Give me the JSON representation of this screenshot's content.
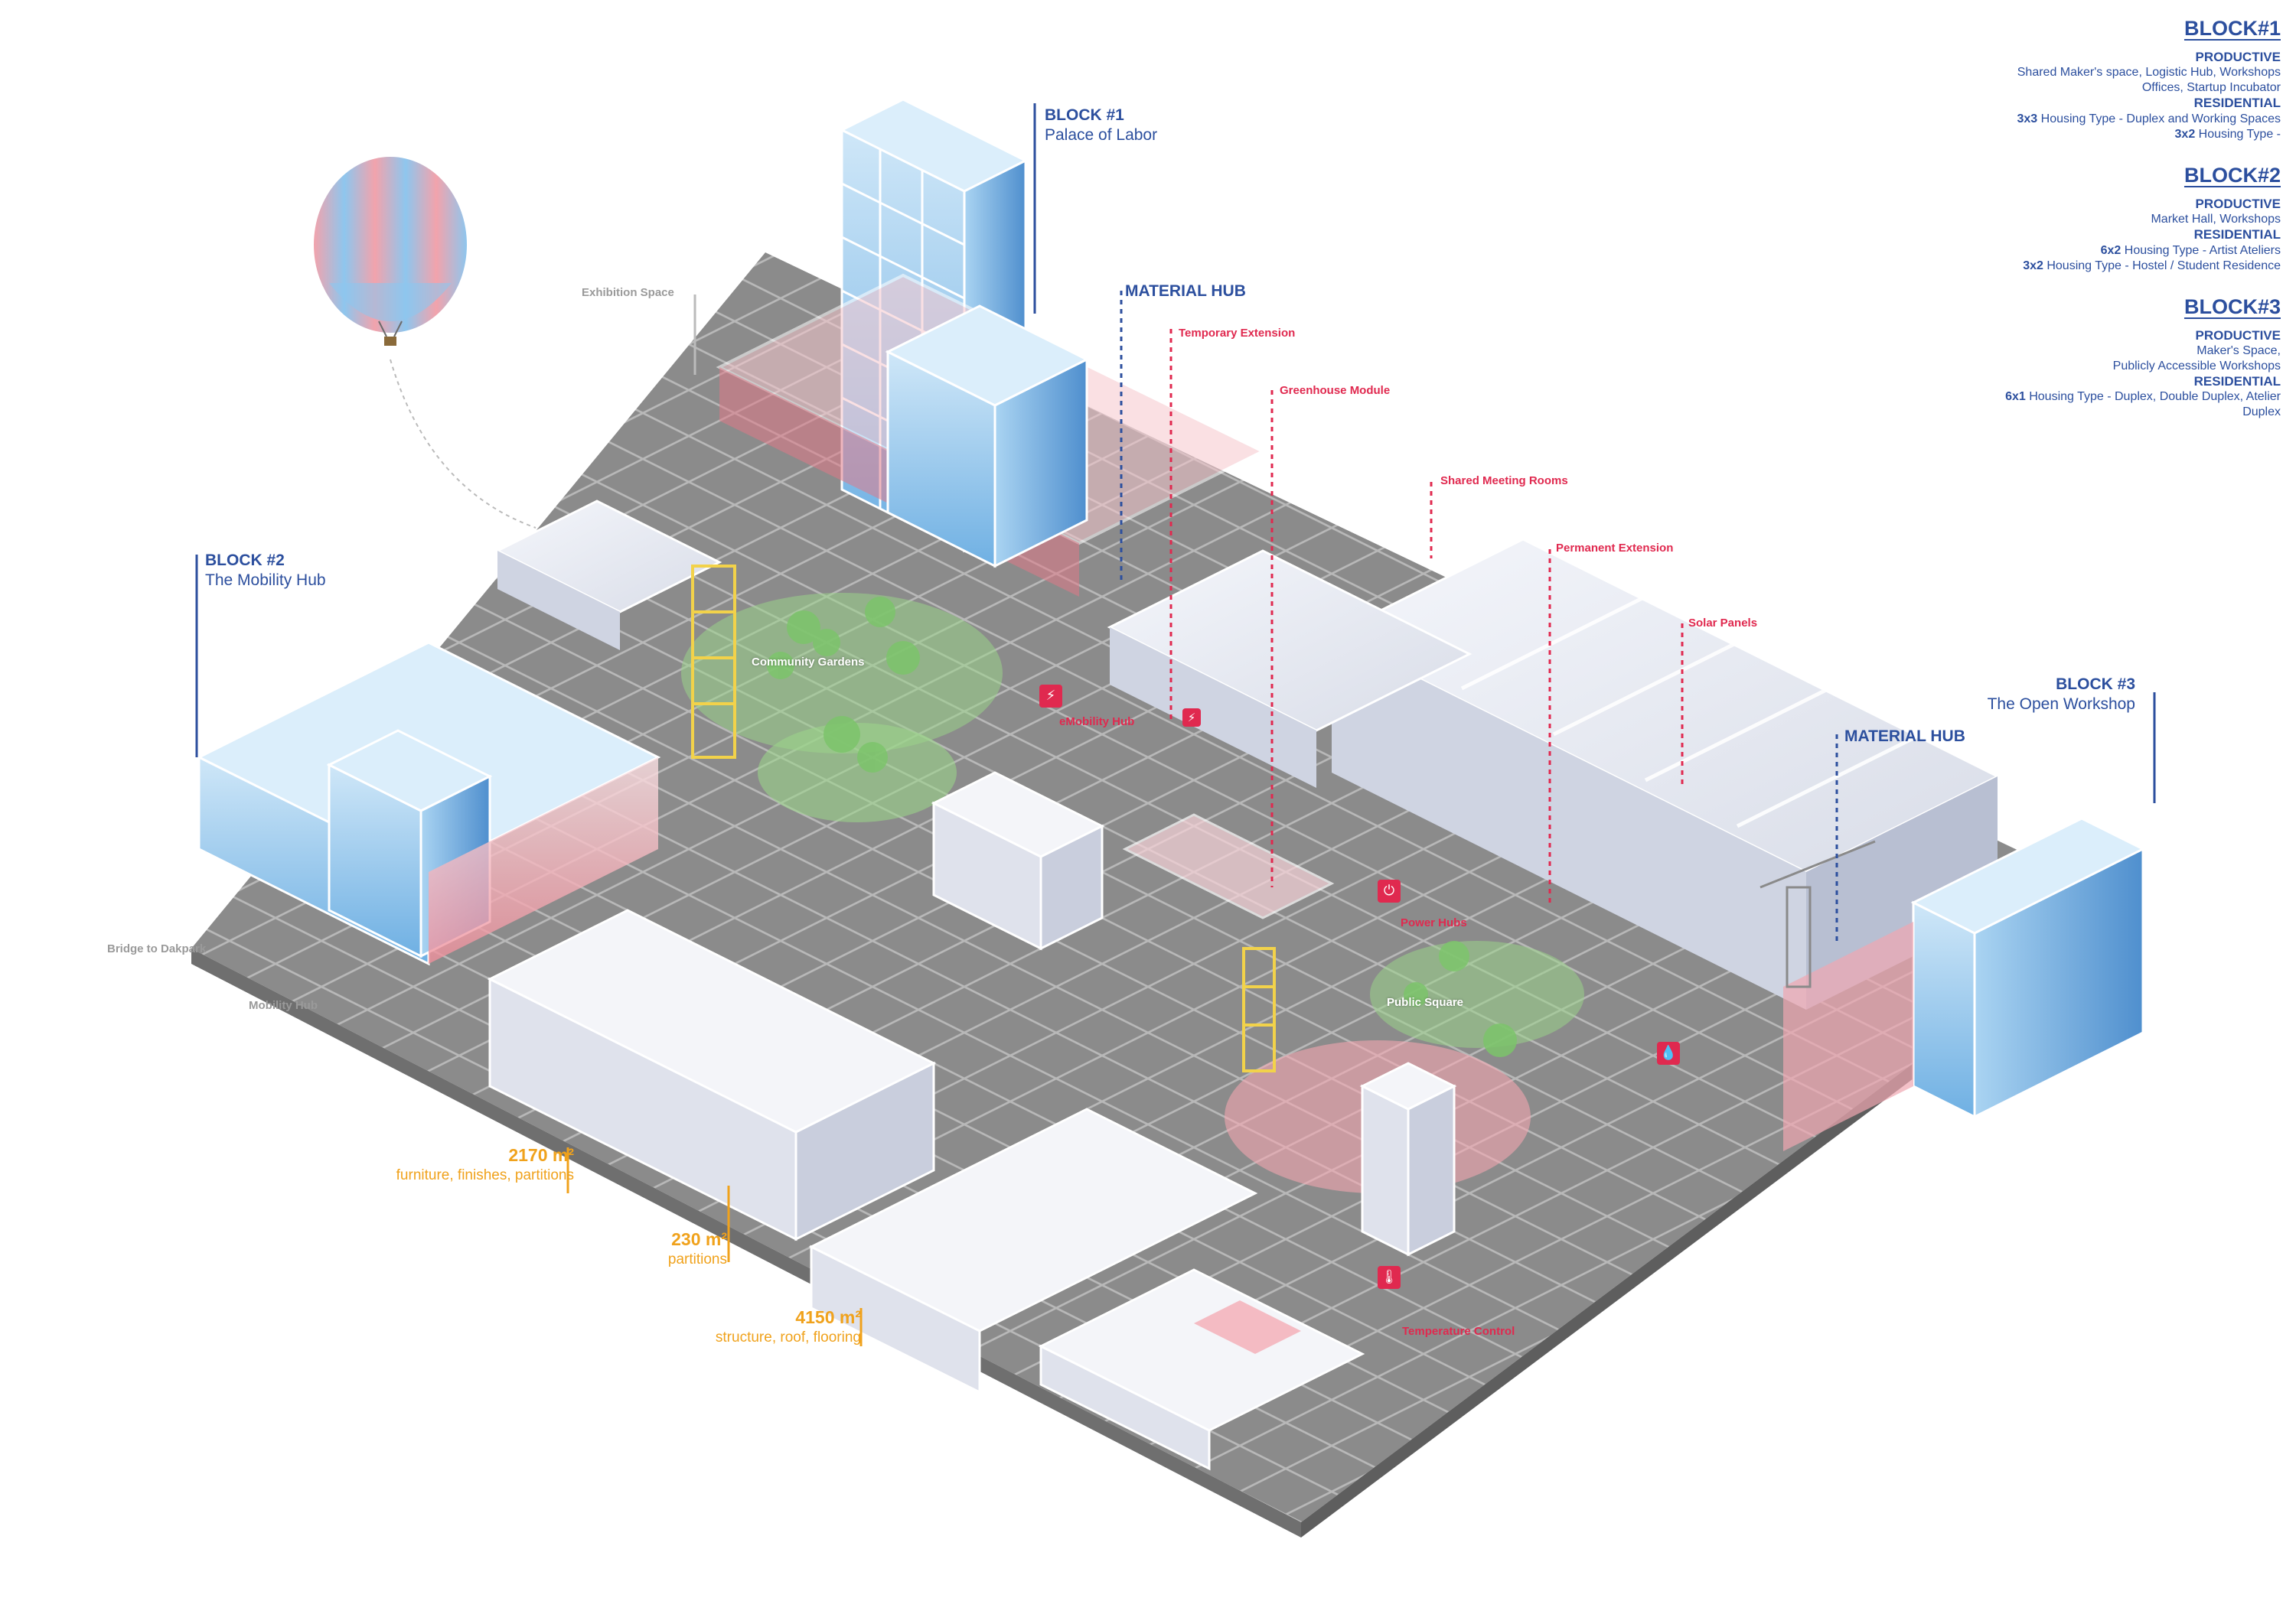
{
  "legend": {
    "block1": {
      "title": "BLOCK#1",
      "productive_heading": "PRODUCTIVE",
      "productive_line1": "Shared Maker's space, Logistic Hub, Workshops",
      "productive_line2": "Offices, Startup Incubator",
      "residential_heading": "RESIDENTIAL",
      "res1_bold": "3x3",
      "res1_text": " Housing Type - Duplex and Working Spaces",
      "res2_bold": "3x2",
      "res2_text": " Housing Type -"
    },
    "block2": {
      "title": "BLOCK#2",
      "productive_heading": "PRODUCTIVE",
      "productive_line1": "Market Hall, Workshops",
      "residential_heading": "RESIDENTIAL",
      "res1_bold": "6x2",
      "res1_text": " Housing Type - Artist Ateliers",
      "res2_bold": "3x2",
      "res2_text": " Housing Type - Hostel / Student Residence"
    },
    "block3": {
      "title": "BLOCK#3",
      "productive_heading": "PRODUCTIVE",
      "productive_line1": "Maker's Space,",
      "productive_line2": "Publicly Accessible Workshops",
      "residential_heading": "RESIDENTIAL",
      "res1_bold": "6x1",
      "res1_text": " Housing Type - Duplex, Double Duplex, Atelier",
      "res1_line2": "Duplex"
    }
  },
  "labels": {
    "block1_title": "BLOCK #1",
    "block1_sub": "Palace of Labor",
    "block2_title": "BLOCK #2",
    "block2_sub": "The Mobility Hub",
    "block3_title": "BLOCK #3",
    "block3_sub": "The Open Workshop",
    "material_hub_1": "MATERIAL HUB",
    "material_hub_2": "MATERIAL HUB",
    "temporary_extension": "Temporary Extension",
    "greenhouse_module": "Greenhouse Module",
    "shared_meeting_rooms": "Shared Meeting Rooms",
    "permanent_extension": "Permanent Extension",
    "solar_panels": "Solar Panels",
    "exhibition_space": "Exhibition Space",
    "bridge_to_dakpark": "Bridge to Dakpark",
    "mobility_hub": "Mobility Hub",
    "community_gardens": "Community Gardens",
    "public_square": "Public Square",
    "emobility_hub": "eMobility Hub",
    "power_hubs": "Power Hubs",
    "temperature_control": "Temperature Control"
  },
  "areas": [
    {
      "value": "2170 m²",
      "desc": "furniture, finishes, partitions"
    },
    {
      "value": "230 m²",
      "desc": "partitions"
    },
    {
      "value": "4150 m²",
      "desc": "structure, roof, flooring"
    }
  ],
  "colors": {
    "accent_blue": "#2c4f9e",
    "accent_red": "#e0294f",
    "accent_orange": "#f0a21c",
    "grid_dark": "#7d7d7d",
    "glass_blue": "#8cc4ea",
    "structure_pink": "#f3b6bf",
    "garden_green": "#9bd48a"
  },
  "icons": [
    "balloon-icon",
    "emobility-icon",
    "power-hub-icon",
    "water-drop-icon",
    "temperature-icon",
    "bolt-icon"
  ]
}
